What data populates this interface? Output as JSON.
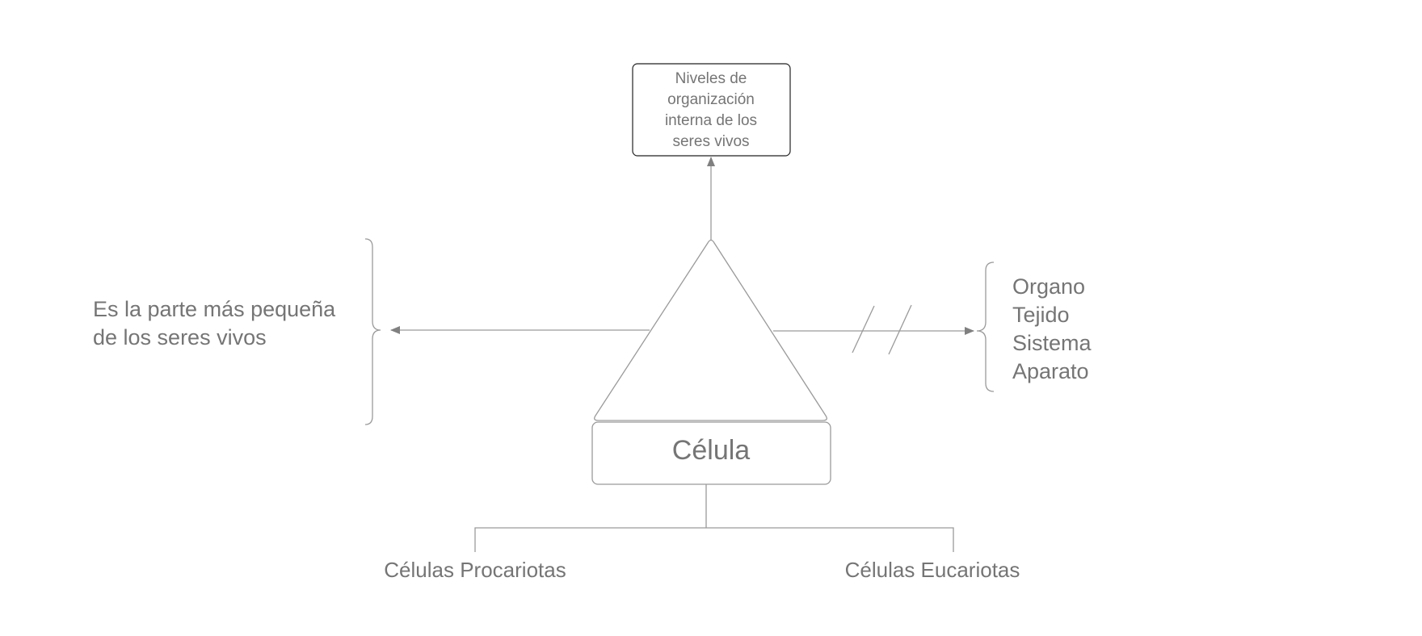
{
  "top_box": {
    "lines": [
      "Niveles de",
      "organización",
      "interna de los",
      "seres vivos"
    ]
  },
  "center_box": {
    "label": "Célula"
  },
  "left_note": {
    "lines": [
      "Es la parte más pequeña",
      "de los seres vivos"
    ]
  },
  "right_list": {
    "items": [
      "Organo",
      "Tejido",
      "Sistema",
      "Aparato"
    ]
  },
  "branches": {
    "left": "Células Procariotas",
    "right": "Células Eucariotas"
  },
  "colors": {
    "text": "#757575",
    "line": "#9a9a9a",
    "box_border": "#222222"
  }
}
